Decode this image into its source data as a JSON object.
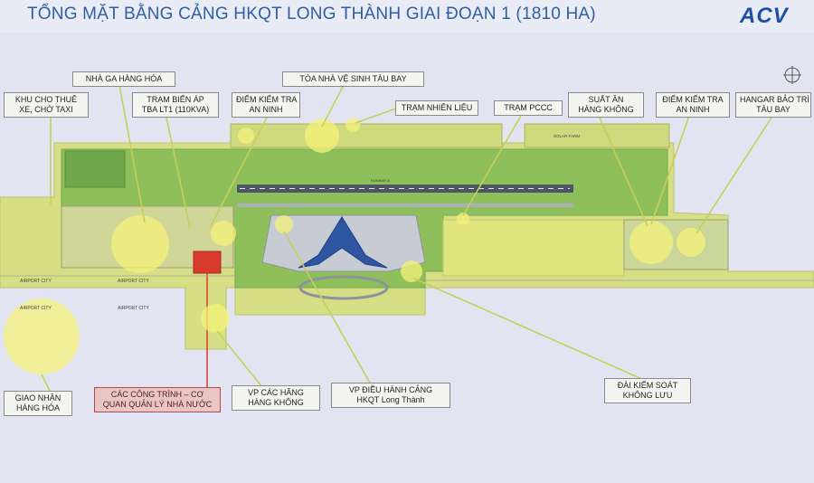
{
  "title": "TỔNG MẶT BẰNG CẢNG HKQT LONG THÀNH GIAI ĐOẠN 1 (1810 HA)",
  "logo": "ACV",
  "colors": {
    "land": "#d7df86",
    "green": "#8fbf5a",
    "dark_green": "#6fa84a",
    "runway": "#4c5563",
    "highlight": "#f4f27a",
    "pointer": "#c6cf5a",
    "red_block": "#d83a2e"
  },
  "labels": {
    "warehouse": "NHÀ GA HÀNG HÓA",
    "aircraft_cleaning": "TÒA NHÀ VỆ SINH TÀU BAY",
    "rental": [
      "KHU CHO THUÊ",
      "XE, CHỜ TAXI"
    ],
    "substation": [
      "TRẠM BIẾN ÁP",
      "TBA LT1 (110KVA)"
    ],
    "security_1": [
      "ĐIỂM KIỂM TRA",
      "AN NINH"
    ],
    "fuel": "TRẠM NHIÊN LIỆU",
    "fire": "TRẠM PCCC",
    "catering": [
      "SUẤT ĂN",
      "HÀNG KHÔNG"
    ],
    "security_2": [
      "ĐIỂM KIỂM TRA",
      "AN NINH"
    ],
    "hangar": [
      "HANGAR BẢO TRÌ",
      "TÀU BAY"
    ],
    "cargo": [
      "GIAO NHẬN",
      "HÀNG HÓA"
    ],
    "state": [
      "CÁC CÔNG TRÌNH – CƠ",
      "QUAN QUẢN LÝ NHÀ NƯỚC"
    ],
    "airlines": [
      "VP CÁC HÃNG",
      "HÀNG KHÔNG"
    ],
    "operations": [
      "VP ĐIỀU HÀNH CẢNG",
      "HKQT Long Thành"
    ],
    "tower": [
      "ĐÀI KIỂM SOÁT",
      "KHÔNG LƯU"
    ]
  },
  "map_text": {
    "airport_city_1": "AIRPORT CITY",
    "airport_city_2": "AIRPORT CITY",
    "airport_city_3": "AIRPORT CITY",
    "airport_city_4": "AIRPORT CITY",
    "solar_farm": "SOLAR FARM",
    "runway": "RUNWAY A"
  }
}
